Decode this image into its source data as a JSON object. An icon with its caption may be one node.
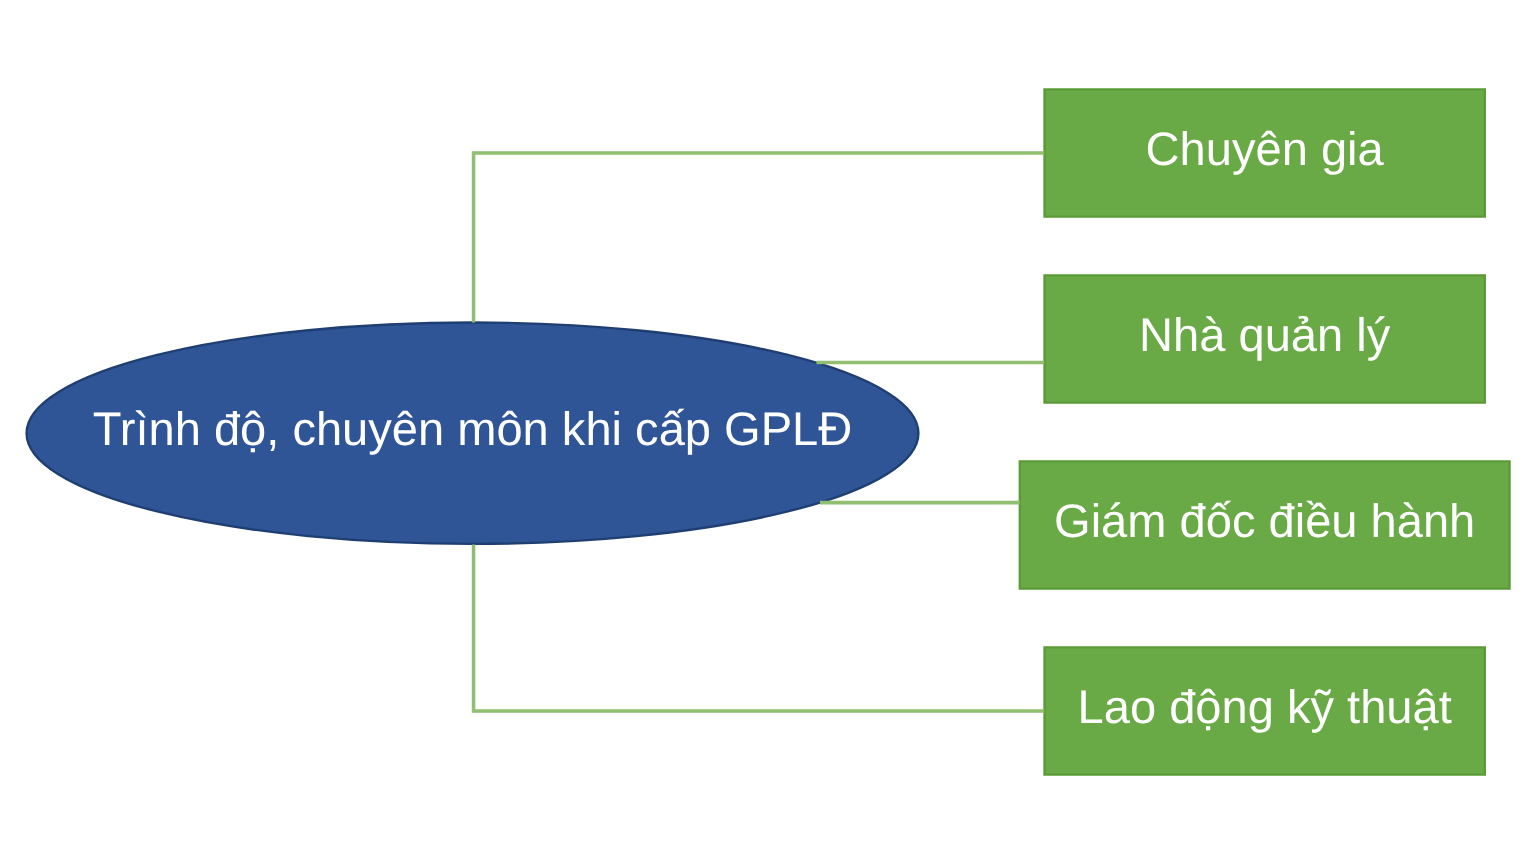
{
  "diagram": {
    "nodes": [
      {
        "text": [
          "Trình độ, chuyên môn khi cấp GPLĐ"
        ]
      },
      {
        "text": [
          "Chuyên gia"
        ]
      },
      {
        "text": [
          "Nhà quản lý"
        ]
      },
      {
        "text": [
          "Giám đốc điều hành"
        ]
      },
      {
        "text": [
          "Lao động kỹ thuật"
        ]
      }
    ],
    "edges": [
      {
        "from": 0,
        "to": 1,
        "arrow": "none"
      },
      {
        "from": 0,
        "to": 2,
        "arrow": "none"
      },
      {
        "from": 0,
        "to": 3,
        "arrow": "none"
      },
      {
        "from": 0,
        "to": 4,
        "arrow": "none"
      }
    ]
  }
}
